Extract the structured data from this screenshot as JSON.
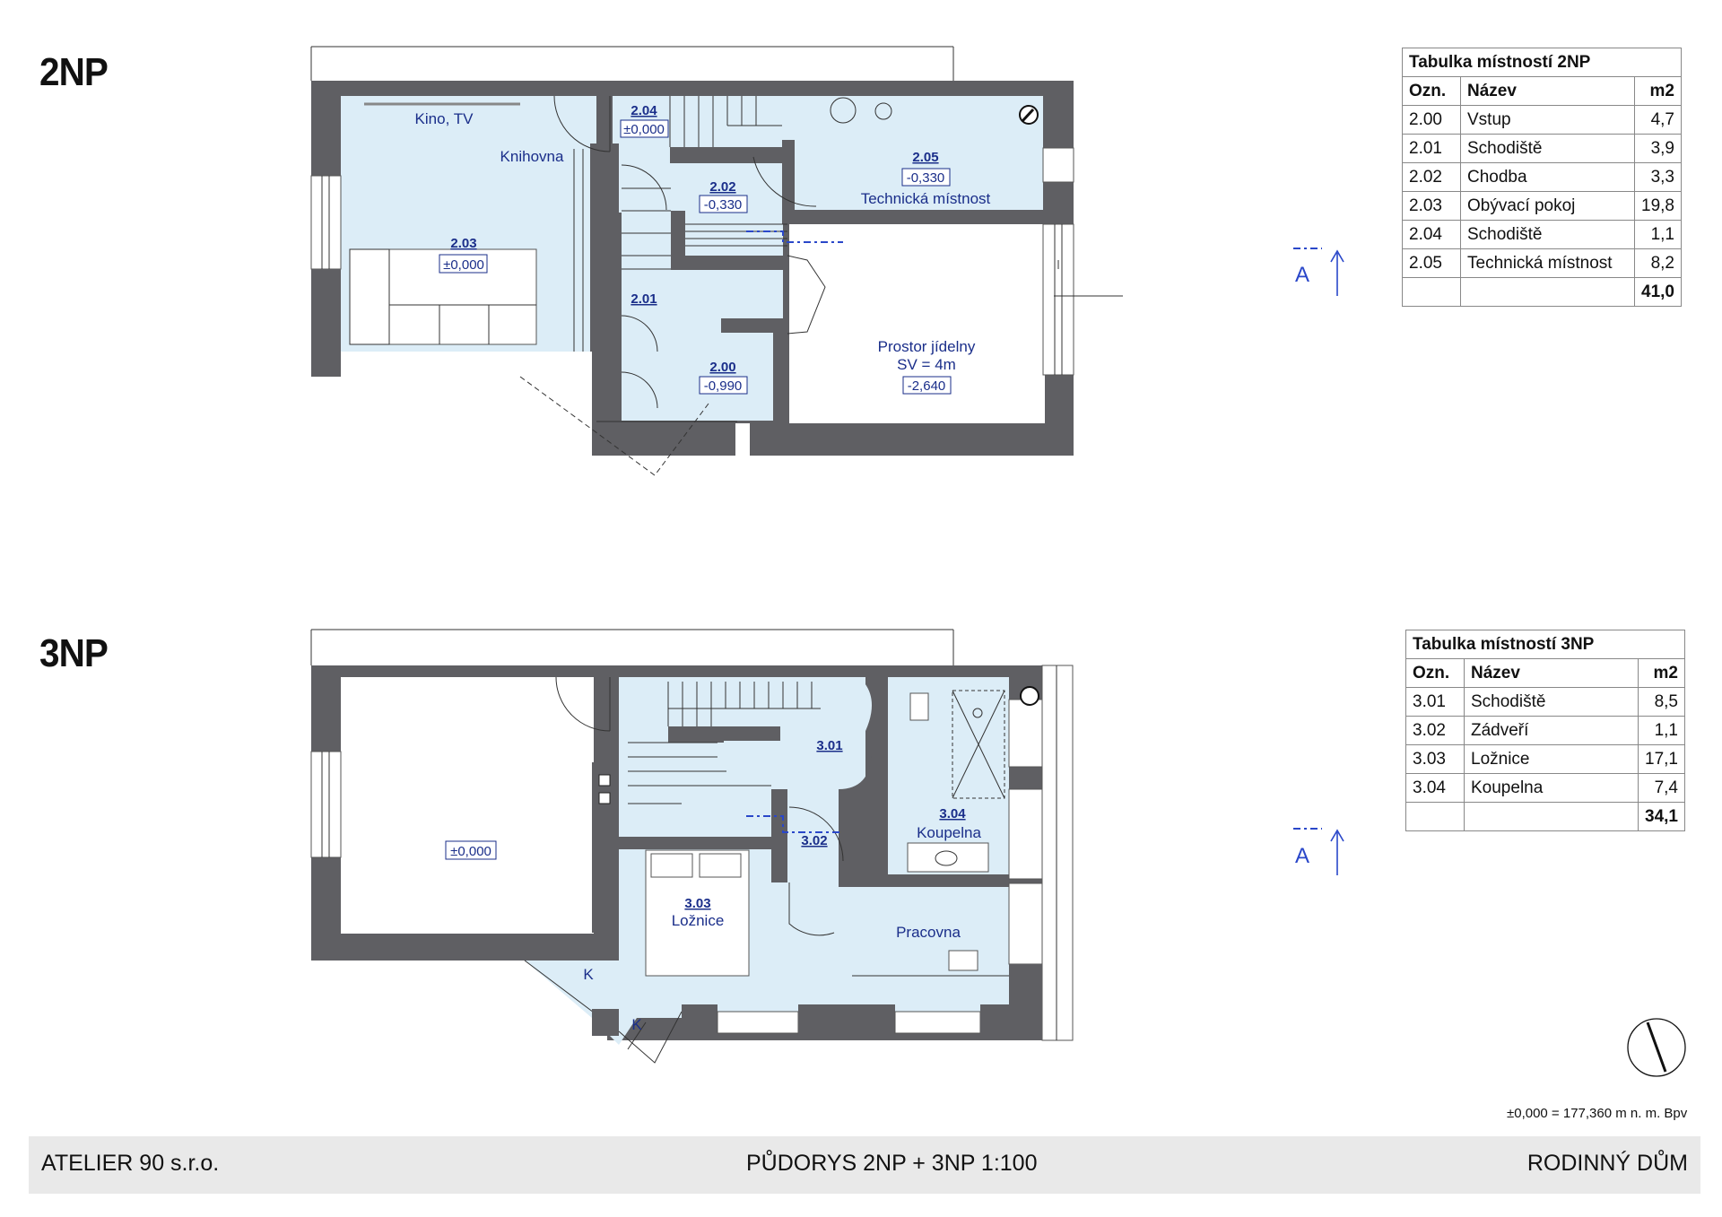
{
  "floor_2np": {
    "title": "2NP",
    "labels": {
      "kino": "Kino, TV",
      "knihovna": "Knihovna",
      "r203_code": "2.03",
      "r203_level": "±0,000",
      "r204_code": "2.04",
      "r204_level": "±0,000",
      "r202_code": "2.02",
      "r202_level": "-0,330",
      "r205_code": "2.05",
      "r205_level": "-0,330",
      "r205_name": "Technická místnost",
      "r201_code": "2.01",
      "r200_code": "2.00",
      "r200_level": "-0,990",
      "jidelna_1": "Prostor jídelny",
      "jidelna_2": "SV = 4m",
      "jidelna_level": "-2,640"
    },
    "table": {
      "caption": "Tabulka místností 2NP",
      "headers": [
        "Ozn.",
        "Název",
        "m2"
      ],
      "rows": [
        [
          "2.00",
          "Vstup",
          "4,7"
        ],
        [
          "2.01",
          "Schodiště",
          "3,9"
        ],
        [
          "2.02",
          "Chodba",
          "3,3"
        ],
        [
          "2.03",
          "Obývací pokoj",
          "19,8"
        ],
        [
          "2.04",
          "Schodiště",
          "1,1"
        ],
        [
          "2.05",
          "Technická místnost",
          "8,2"
        ]
      ],
      "total": "41,0"
    },
    "section_mark": "A"
  },
  "floor_3np": {
    "title": "3NP",
    "labels": {
      "void_level": "±0,000",
      "r301_code": "3.01",
      "r302_code": "3.02",
      "r303_code": "3.03",
      "r303_name": "Ložnice",
      "r304_code": "3.04",
      "r304_name": "Koupelna",
      "pracovna": "Pracovna",
      "k1": "K",
      "k2": "K"
    },
    "table": {
      "caption": "Tabulka místností 3NP",
      "headers": [
        "Ozn.",
        "Název",
        "m2"
      ],
      "rows": [
        [
          "3.01",
          "Schodiště",
          "8,5"
        ],
        [
          "3.02",
          "Zádveří",
          "1,1"
        ],
        [
          "3.03",
          "Ložnice",
          "17,1"
        ],
        [
          "3.04",
          "Koupelna",
          "7,4"
        ]
      ],
      "total": "34,1"
    },
    "section_mark": "A"
  },
  "elevation_note": "±0,000 = 177,360 m n. m. Bpv",
  "footer": {
    "left": "ATELIER 90 s.r.o.",
    "center": "PŮDORYS 2NP + 3NP 1:100",
    "right": "RODINNÝ DŮM"
  },
  "colors": {
    "wall": "#5f5f63",
    "room_fill": "#dcedf7",
    "label": "#1a2e8a",
    "section_blue": "#2a47c9"
  }
}
